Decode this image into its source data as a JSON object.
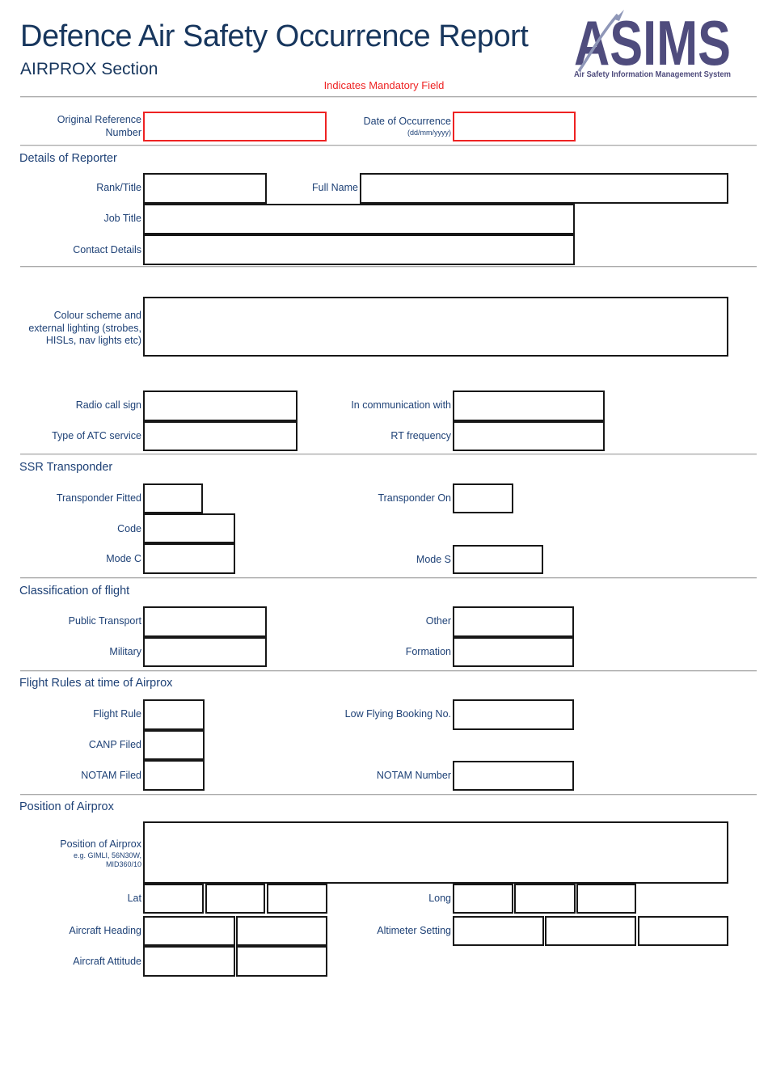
{
  "colors": {
    "navy_title": "#17365d",
    "navy_label": "#1e4176",
    "mandatory_red": "#ee2222",
    "input_border": "#171717",
    "divider_gray": "#aaaaaa",
    "logo_purple": "#4f4c7d"
  },
  "header": {
    "title": "Defence Air Safety Occurrence Report",
    "subtitle": "AIRPROX Section",
    "mandatory_note": "Indicates Mandatory Field",
    "logo_text": "ASIMS",
    "logo_tagline": "Air Safety Information Management System"
  },
  "top_fields": {
    "original_reference_label": "Original Reference Number",
    "date_of_occurrence_label": "Date of Occurrence",
    "date_of_occurrence_hint": "(dd/mm/yyyy)"
  },
  "reporter": {
    "section_title": "Details of Reporter",
    "rank_title": "Rank/Title",
    "full_name": "Full Name",
    "job_title": "Job Title",
    "contact_details": "Contact Details"
  },
  "aircraft": {
    "colour_scheme": "Colour scheme and external lighting (strobes, HISLs, nav lights etc)",
    "radio_call_sign": "Radio call sign",
    "in_communication_with": "In communication with",
    "type_of_atc_service": "Type of ATC service",
    "rt_frequency": "RT frequency"
  },
  "ssr": {
    "section_title": "SSR Transponder",
    "transponder_fitted": "Transponder Fitted",
    "transponder_on": "Transponder On",
    "code": "Code",
    "mode_c": "Mode C",
    "mode_s": "Mode S"
  },
  "classification": {
    "section_title": "Classification of flight",
    "public_transport": "Public Transport",
    "other": "Other",
    "military": "Military",
    "formation": "Formation"
  },
  "flight_rules": {
    "section_title": "Flight Rules at time of Airprox",
    "flight_rule": "Flight Rule",
    "low_flying_booking_no": "Low Flying Booking No.",
    "canp_filed": "CANP Filed",
    "notam_filed": "NOTAM Filed",
    "notam_number": "NOTAM Number"
  },
  "position": {
    "section_title": "Position of Airprox",
    "position_label": "Position of Airprox",
    "position_hint": "e.g.  GIMLI, 56N30W, MID360/10",
    "lat": "Lat",
    "long": "Long",
    "aircraft_heading": "Aircraft Heading",
    "altimeter_setting": "Altimeter Setting",
    "aircraft_attitude": "Aircraft Attitude"
  }
}
